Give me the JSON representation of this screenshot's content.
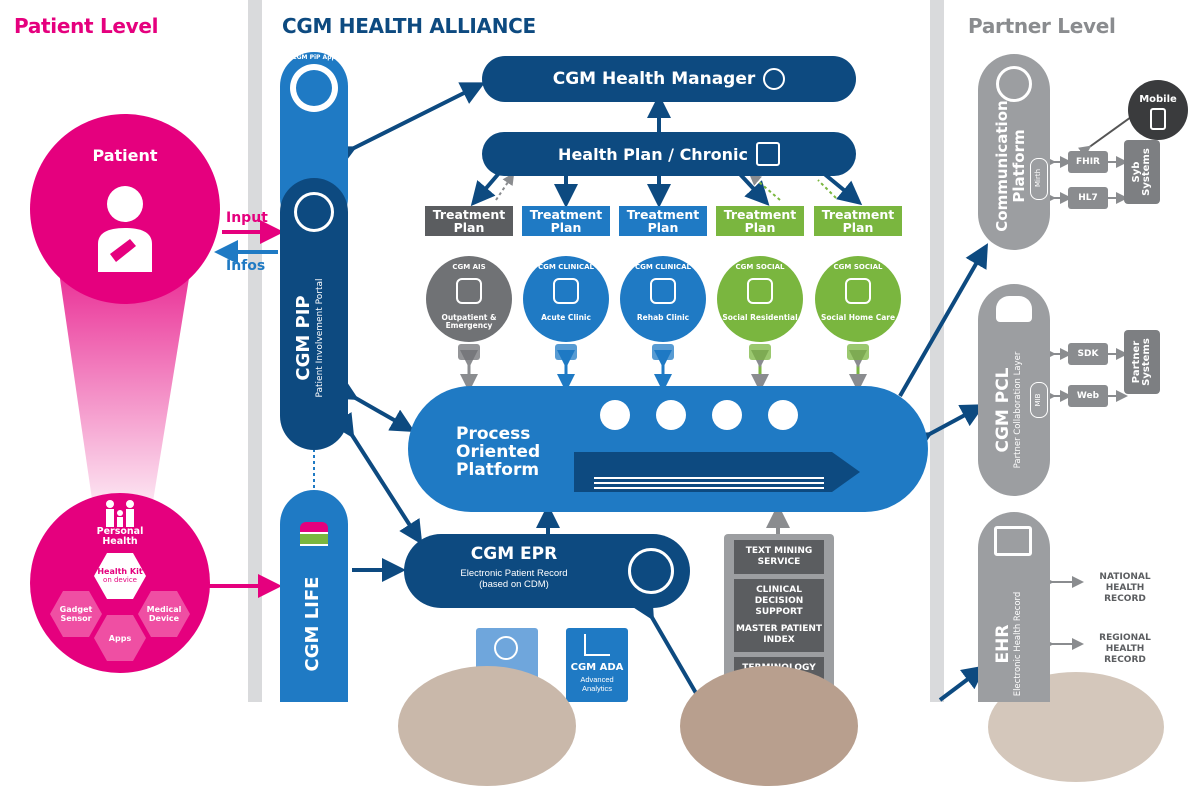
{
  "headers": {
    "patient": "Patient Level",
    "alliance": "CGM HEALTH ALLIANCE",
    "partner": "Partner Level"
  },
  "patient": {
    "title": "Patient",
    "input": "Input",
    "infos": "Infos"
  },
  "personal_health": {
    "title": "Personal Health",
    "center_title": "Health Kit",
    "center_sub": "on device",
    "gadget": "Gadget Sensor",
    "medical": "Medical Device",
    "apps": "Apps"
  },
  "pip": {
    "app_label": "CGM PiP App",
    "title": "CGM PIP",
    "subtitle": "Patient Involvement Portal"
  },
  "life": {
    "title": "CGM LIFE"
  },
  "health_manager": {
    "title": "CGM Health Manager"
  },
  "health_plan": {
    "title": "Health Plan / Chronic"
  },
  "treatment_plans": [
    {
      "label": "Treatment Plan",
      "color": "#5b5d60",
      "top": "CGM AIS",
      "name": "Outpatient & Emergency",
      "circle_color": "#707275"
    },
    {
      "label": "Treatment Plan",
      "color": "#1f7ac4",
      "top": "CGM CLINICAL",
      "name": "Acute Clinic",
      "circle_color": "#1f7ac4"
    },
    {
      "label": "Treatment Plan",
      "color": "#1f7ac4",
      "top": "CGM CLINICAL",
      "name": "Rehab Clinic",
      "circle_color": "#1f7ac4"
    },
    {
      "label": "Treatment Plan",
      "color": "#7ab63f",
      "top": "CGM SOCIAL",
      "name": "Social Residential",
      "circle_color": "#7ab63f"
    },
    {
      "label": "Treatment Plan",
      "color": "#7ab63f",
      "top": "CGM SOCIAL",
      "name": "Social Home Care",
      "circle_color": "#7ab63f"
    }
  ],
  "platform": {
    "line1": "Process",
    "line2": "Oriented",
    "line3": "Platform"
  },
  "epr": {
    "title": "CGM EPR",
    "sub1": "Electronic Patient Record",
    "sub2": "(based on CDM)"
  },
  "ada": {
    "title": "CGM ADA",
    "sub1": "Advanced",
    "sub2": "Analytics"
  },
  "services": [
    "TEXT MINING SERVICE",
    "CLINICAL DECISION SUPPORT",
    "MASTER PATIENT INDEX",
    "TERMINOLOGY"
  ],
  "comm": {
    "title1": "Communication",
    "title2": "Platform",
    "tag": "Mirth",
    "mobile": "Mobile",
    "fhir": "FHIR",
    "hl7": "HL7",
    "sys1": "Syb",
    "sys2": "Systems"
  },
  "pcl": {
    "title": "CGM PCL",
    "subtitle": "Partner Collaboration Layer",
    "tag": "MIB",
    "sdk": "SDK",
    "web": "Web",
    "sys1": "Partner",
    "sys2": "Systems"
  },
  "ehr": {
    "title": "EHR",
    "subtitle": "Electronic Health Record",
    "national1": "NATIONAL",
    "national2": "HEALTH RECORD",
    "regional1": "REGIONAL",
    "regional2": "HEALTH RECORD"
  },
  "colors": {
    "magenta": "#e5007e",
    "navy": "#0d4a80",
    "blue": "#1f7ac4",
    "gray": "#8a8c8f",
    "green": "#7ab63f"
  }
}
